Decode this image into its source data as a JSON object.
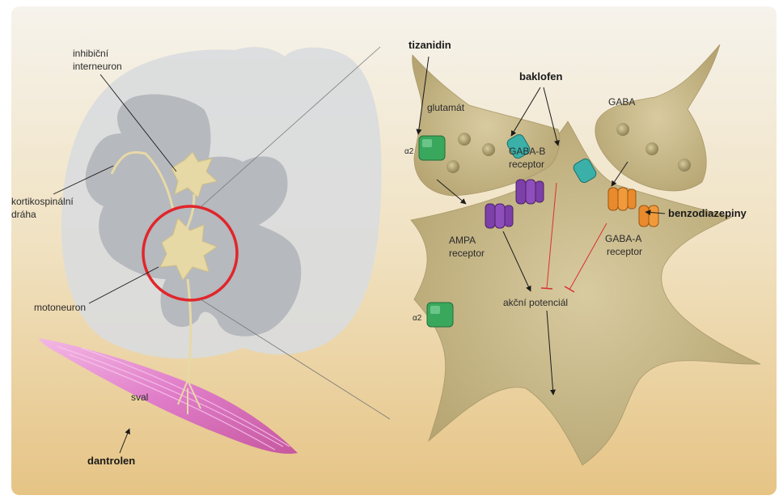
{
  "labels": {
    "inhibicni_line1": "inhibiční",
    "inhibicni_line2": "interneuron",
    "kortiko_line1": "kortikospinální",
    "kortiko_line2": "dráha",
    "motoneuron": "motoneuron",
    "sval": "sval",
    "dantrolen": "dantrolen",
    "tizanidin": "tizanidin",
    "baklofen": "baklofen",
    "glutamat": "glutamát",
    "gaba": "GABA",
    "gabab_line1": "GABA-B",
    "gabab_line2": "receptor",
    "alpha2_top": "α2",
    "alpha2_bottom": "α2",
    "ampa_line1": "AMPA",
    "ampa_line2": "receptor",
    "gabaa_line1": "GABA-A",
    "gabaa_line2": "receptor",
    "benzodiazepiny": "benzodiazepiny",
    "akcni_potencial": "akční potenciál"
  },
  "colors": {
    "background_top": "#f5f1e8",
    "background_bottom": "#e7c98a",
    "spinal_cord": "#d6d8db",
    "grey_matter": "#b9bcc0",
    "neuron_body": "#c9b98a",
    "highlight_ring": "#e0262b",
    "muscle": "#e58ad0",
    "alpha2_receptor": "#3aa85c",
    "gabab_receptor": "#3ab0a8",
    "ampa_receptor": "#7d3fa8",
    "gabaa_receptor": "#e98a2c",
    "inhibition_line": "#d9302f"
  }
}
